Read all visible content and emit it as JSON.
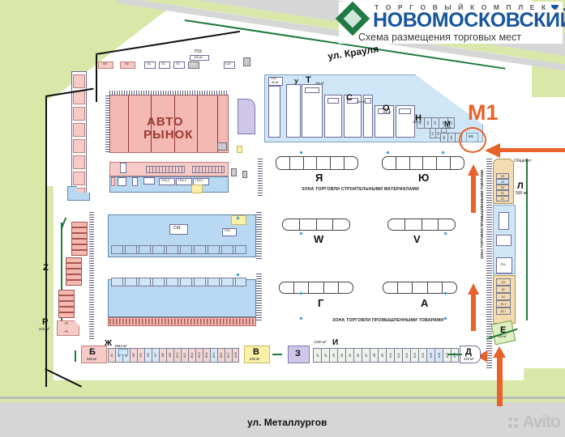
{
  "logo": {
    "kicker": "Т О Р Г О В Ы Й   К О М П Л Е К С",
    "name": "НОВОМОСКОВСКИЙ",
    "subtitle": "Схема размещения торговых мест"
  },
  "streets": {
    "top": "ул. Крауля",
    "bottom": "ул. Металлургов"
  },
  "marker": {
    "label": "M1",
    "cell": "M1"
  },
  "buildings": {
    "auto_market_line1": "АВТО",
    "auto_market_line2": "РЫНОК",
    "catering": "Общепит"
  },
  "zones": [
    {
      "caption": "ЗОНА ТОРГОВЛИ СТРОИТЕЛЬНЫМИ МАТЕРИАЛАМИ"
    },
    {
      "caption": "ЗОНА ТОРГОВЛИ ПРОМЫШЛЕННЫМИ ТОВАРАМИ"
    },
    {
      "caption": "ЗОНА ТОРГОВЛИ ПРОМЫШЛЕННЫМИ ТОВАРАМИ"
    }
  ],
  "sections": {
    "ya": "Я",
    "yu": "Ю",
    "w": "W",
    "v": "V",
    "g": "Г",
    "a": "А",
    "z_left": "Z",
    "r": "Р",
    "r_area": "241 м²",
    "r2": "Р2",
    "r1": "Р1",
    "b": "Б",
    "b_area": "240 м²",
    "zh": "Ж",
    "zh_area": "1053 м²",
    "v_block": "В",
    "v_area": "240 м²",
    "z_block": "З",
    "i": "И",
    "i_area": "1230 м²",
    "d": "Д",
    "d_area": "243 м²",
    "e": "Е",
    "e_area": "190 м²",
    "l": "Л",
    "l_area": "500 м²",
    "u": "У",
    "u_area": "150 м²",
    "t": "Т",
    "t_area": "300 м²",
    "s": "С",
    "s_area": "300 м²",
    "o": "О",
    "o_area": "250 м²",
    "n": "Н",
    "n_area": "300 м²",
    "m": "М",
    "m_area": "270 м²",
    "k_area": "270 м²"
  },
  "plots": {
    "p13": "П13",
    "p13_area": "50 м²",
    "p15": "П15",
    "p15_area": "100 м²",
    "p5": "П5",
    "p4": "П4",
    "p3": "П3",
    "p2": "П2",
    "p1": "П1",
    "c43": "С43",
    "c42": "С42",
    "c41": "С41",
    "p19": "П19",
    "p14": "П14",
    "p16_3": "П16.3",
    "p16_2": "П16.2",
    "p16_1": "П16.1"
  },
  "l_cells": [
    "Л5",
    "Л4",
    "Л3",
    "Л2",
    "Л1"
  ],
  "k_cells": [
    "К3",
    "К2",
    "К1",
    "К1.2",
    "К1.1"
  ],
  "n_cells": [
    "Н1",
    "Н2",
    "Н3",
    "Н4",
    "Н5",
    "Н6",
    "Н7"
  ],
  "m_cells": [
    "М1",
    "М2",
    "М3",
    "М1"
  ],
  "o_cells": [
    "О1",
    "О2",
    "О3",
    "О4",
    "О5"
  ],
  "zh_cells": [
    "Ж1",
    "Ж2",
    "Ж3",
    "Ж4",
    "Ж5",
    "Ж6",
    "Ж7",
    "Ж8",
    "Ж9",
    "Ж10",
    "Ж11",
    "Ж12",
    "Ж13",
    "Ж14",
    "Ж15",
    "Ж16",
    "Ж17",
    "Ж18"
  ],
  "i_cells": [
    "И1",
    "И2",
    "И3",
    "И4",
    "И5",
    "И6",
    "И7",
    "И8",
    "И9",
    "И10",
    "И11",
    "И12",
    "И13",
    "И14",
    "И15",
    "И16",
    "И17",
    "И18"
  ],
  "colors": {
    "accent": "#e8622a",
    "brand_blue": "#17559c",
    "brand_green": "#1f7a43",
    "green_land": "#d9e8a8",
    "pink_building": "#f4b9b2",
    "blue_parking": "#b9d9f2",
    "tan_row": "#f3dcb0"
  },
  "watermark": {
    "text": "Avito"
  }
}
